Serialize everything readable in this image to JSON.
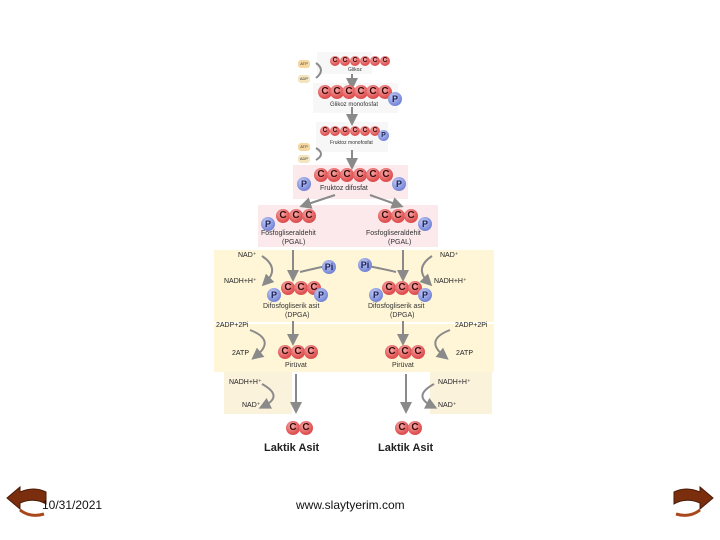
{
  "colors": {
    "band_top": "#f7f7f7",
    "band_pink": "#fbe9ec",
    "band_yellow": "#fff6d8",
    "carbon": "#e45b5b",
    "phosphate": "#7f8fdc",
    "arrow": "#8a8a8a",
    "nav_arrow": "#7a2e0e"
  },
  "carbon_letter": "C",
  "phosphate_letter": "P",
  "pi_label": "Pi",
  "step1": {
    "label": "Glikoz",
    "atp": "ATP",
    "adp": "ADP"
  },
  "step2": {
    "label": "Glikoz monofosfat"
  },
  "step3": {
    "label": "Fruktoz monofosfat",
    "atp": "ATP",
    "adp": "ADP"
  },
  "step4": {
    "label": "Fruktoz difosfat"
  },
  "pgal": {
    "label_left": "Fosfogliseraldehit",
    "sub_left": "(PGAL)",
    "label_right": "Fosfogliseraldehit",
    "sub_right": "(PGAL)"
  },
  "dpga": {
    "label_left": "Difosfogliserik asit",
    "sub_left": "(DPGA)",
    "label_right": "Difosfogliserik asit",
    "sub_right": "(DPGA)"
  },
  "side_labels": {
    "nad_left": "NAD⁺",
    "nadh_left": "NADH+H⁺",
    "nad_right": "NAD⁺",
    "nadh_right": "NADH+H⁺",
    "adp_left": "2ADP+2Pi",
    "atp_left": "2ATP",
    "adp_right": "2ADP+2Pi",
    "atp_right": "2ATP",
    "nadh_left2": "NADH+H⁺",
    "nad_left2": "NAD⁺",
    "nadh_right2": "NADH+H⁺",
    "nad_right2": "NAD⁺"
  },
  "pirüvat": {
    "label_left": "Pirüvat",
    "label_right": "Pirüvat"
  },
  "laktik": {
    "label_left": "Laktik Asit",
    "label_right": "Laktik Asit"
  },
  "footer": {
    "date": "10/31/2021",
    "site": "www.slaytyerim.com"
  }
}
